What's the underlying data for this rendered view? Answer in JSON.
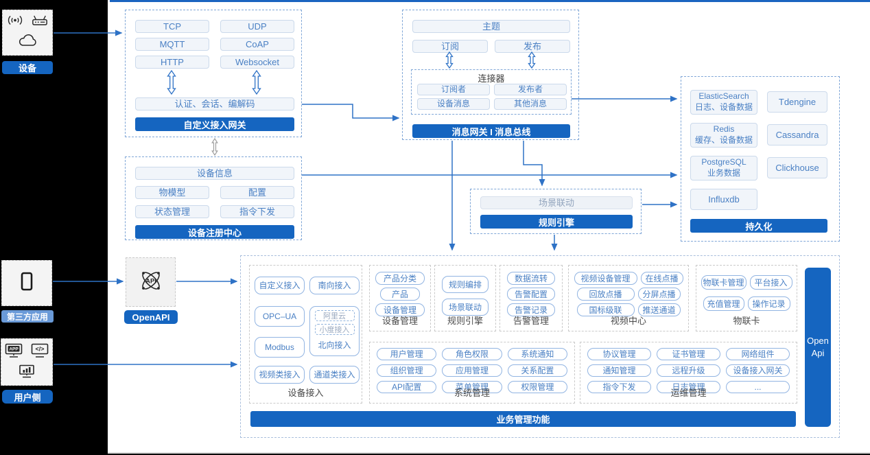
{
  "colors": {
    "accent": "#1565C0",
    "arrow": "#2E72C6",
    "pill_text": "#4A80C4",
    "third_party_label_bg": "#6A9AD8"
  },
  "sidebar": {
    "device": {
      "label": "设备"
    },
    "third_party": {
      "label": "第三方应用"
    },
    "user_side": {
      "label": "用户侧"
    }
  },
  "icons": {
    "app": "APP",
    "code": "</>",
    "api": "API"
  },
  "custom_gateway": {
    "protocols": [
      "TCP",
      "UDP",
      "MQTT",
      "CoAP",
      "HTTP",
      "Websocket"
    ],
    "session": "认证、会话、编解码",
    "title": "自定义接入网关"
  },
  "registry": {
    "info": "设备信息",
    "items": [
      "物模型",
      "配置",
      "状态管理",
      "指令下发"
    ],
    "title": "设备注册中心"
  },
  "message_bus": {
    "topic": "主题",
    "subscribe": "订阅",
    "publish": "发布",
    "connector_title": "连接器",
    "connector_items": [
      "订阅者",
      "发布者",
      "设备消息",
      "其他消息"
    ],
    "title": "消息网关 I 消息总线"
  },
  "persistence": {
    "stores": [
      {
        "name": "ElasticSearch",
        "desc": "日志、设备数据"
      },
      {
        "name": "Tdengine",
        "desc": ""
      },
      {
        "name": "Redis",
        "desc": "缓存、设备数据"
      },
      {
        "name": "Cassandra",
        "desc": ""
      },
      {
        "name": "PostgreSQL",
        "desc": "业务数据"
      },
      {
        "name": "Clickhouse",
        "desc": ""
      },
      {
        "name": "Influxdb",
        "desc": ""
      }
    ],
    "title": "持久化"
  },
  "rule_engine_box": {
    "scene": "场景联动",
    "title": "规则引擎"
  },
  "openapi": {
    "label": "OpenAPI"
  },
  "business": {
    "device_access": {
      "label": "设备接入",
      "pills": [
        "自定义接入",
        "南向接入",
        "OPC–UA",
        "Modbus",
        "视频类接入",
        "通道类接入"
      ],
      "north": {
        "label": "北向接入",
        "sub": [
          "阿里云",
          "小度接入"
        ]
      }
    },
    "device_mgmt": {
      "label": "设备管理",
      "pills": [
        "产品分类",
        "产品",
        "设备管理"
      ]
    },
    "rule_engine": {
      "label": "规则引擎",
      "pills": [
        "规则编排",
        "场景联动"
      ]
    },
    "alarm": {
      "label": "告警管理",
      "pills": [
        "数据流转",
        "告警配置",
        "告警记录"
      ]
    },
    "video": {
      "label": "视频中心",
      "pills": [
        "视频设备管理",
        "在线点播",
        "回放点播",
        "分屏点播",
        "国标级联",
        "推送通道"
      ]
    },
    "iot_card": {
      "label": "物联卡",
      "pills": [
        "物联卡管理",
        "平台接入",
        "充值管理",
        "操作记录"
      ]
    },
    "system": {
      "label": "系统管理",
      "pills": [
        "用户管理",
        "角色权限",
        "系统通知",
        "组织管理",
        "应用管理",
        "关系配置",
        "API配置",
        "菜单管理",
        "权限管理"
      ]
    },
    "ops": {
      "label": "运维管理",
      "pills": [
        "协议管理",
        "证书管理",
        "网络组件",
        "通知管理",
        "远程升级",
        "设备接入网关",
        "指令下发",
        "日志管理",
        "..."
      ]
    },
    "footer": "业务管理功能",
    "open_api": "Open Api"
  }
}
